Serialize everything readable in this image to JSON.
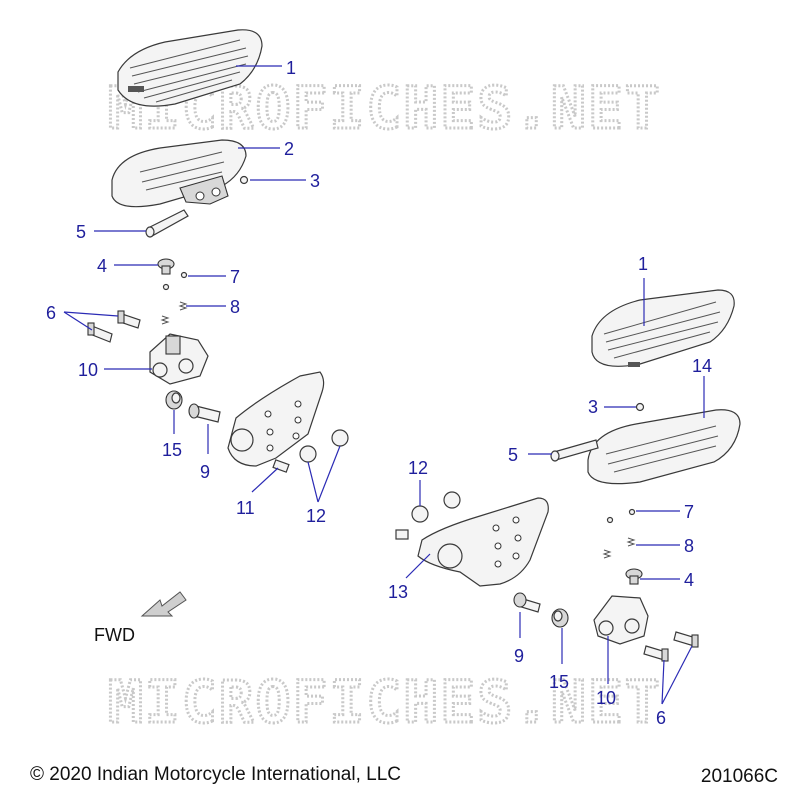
{
  "watermark_text": "MICROFICHES.NET",
  "fwd_label": "FWD",
  "copyright": "© 2020 Indian Motorcycle International, LLC",
  "diagram_number": "201066C",
  "callouts": {
    "l1": "1",
    "l2": "2",
    "l3": "3",
    "l5": "5",
    "l4": "4",
    "l7": "7",
    "l6": "6",
    "l8": "8",
    "l10": "10",
    "l15": "15",
    "l9": "9",
    "l11": "11",
    "l12a": "12",
    "r1": "1",
    "r14": "14",
    "r3": "3",
    "r5": "5",
    "r12": "12",
    "r13": "13",
    "r7": "7",
    "r8": "8",
    "r4": "4",
    "r9": "9",
    "r15": "15",
    "r10": "10",
    "r6": "6"
  }
}
